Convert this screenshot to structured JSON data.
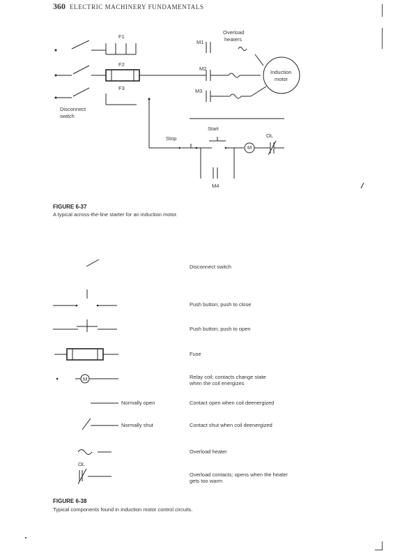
{
  "header": {
    "page_number": "360",
    "running_title": "ELECTRIC MACHINERY FUNDAMENTALS"
  },
  "figure_637": {
    "labels": {
      "f1": "F1",
      "f2": "F2",
      "f3": "F3",
      "disconnect": "Disconnect",
      "switch": "switch",
      "m1": "M1",
      "m2": "M2",
      "m3": "M3",
      "overload": "Overload",
      "heaters": "heaters",
      "motor_line1": "Induction",
      "motor_line2": "motor",
      "start": "Start",
      "stop": "Stop",
      "ol": "OL",
      "m_coil": "M",
      "m4": "M4"
    },
    "caption_title": "FIGURE 6-37",
    "caption_text": "A typical across-the-line starter for an induction motor."
  },
  "figure_638": {
    "items": [
      {
        "desc1": "Disconnect switch",
        "desc2": ""
      },
      {
        "desc1": "Push button; push to close",
        "desc2": ""
      },
      {
        "desc1": "Push button; push to open",
        "desc2": ""
      },
      {
        "desc1": "Fuse",
        "desc2": ""
      },
      {
        "desc1": "Relay coil; contacts change state",
        "desc2": "when the coil energizes"
      },
      {
        "desc1": "Contact open when coil deenergized",
        "desc2": "",
        "side_label": "Normally open"
      },
      {
        "desc1": "Contact shut when coil deenergized",
        "desc2": "",
        "side_label": "Normally shut"
      },
      {
        "desc1": "Overload heater",
        "desc2": ""
      },
      {
        "desc1": "Overload contacts; opens when the heater",
        "desc2": "gets too warm",
        "symbol_label": "OL"
      }
    ],
    "relay_symbol": "M",
    "caption_title": "FIGURE 6-38",
    "caption_text": "Typical components found in induction motor control circuits."
  }
}
